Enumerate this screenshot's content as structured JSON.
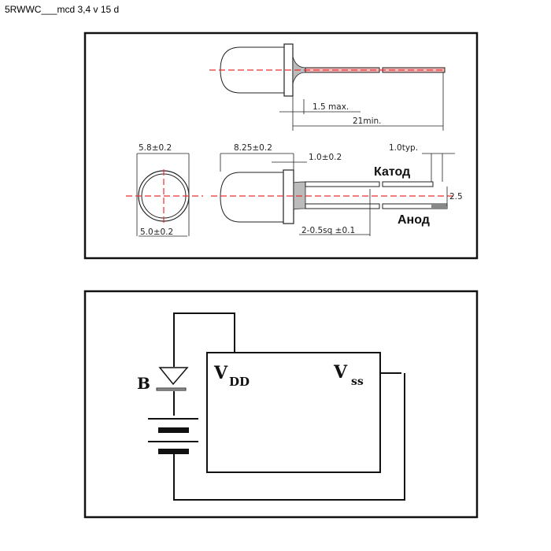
{
  "header": {
    "title": "5RWWC___mcd 3,4 v 15 d"
  },
  "drawing": {
    "lead_clearance": "1.5 max.",
    "lead_length": "21min.",
    "flange_diameter": "5.8±0.2",
    "body_diameter": "5.0±0.2",
    "body_length": "8.25±0.2",
    "flange_thickness": "1.0±0.2",
    "lead_end": "1.0typ.",
    "lead_section": "2-0.5sq ±0.1",
    "cathode_label": "Катод",
    "anode_label": "Анод",
    "pitch_label": "2.5"
  },
  "circuit": {
    "diode_label": "B",
    "vdd_main": "V",
    "vdd_sub": "DD",
    "vss_main": "V",
    "vss_sub": "ss"
  },
  "colors": {
    "line": "#111111",
    "centerline": "#e83030"
  }
}
